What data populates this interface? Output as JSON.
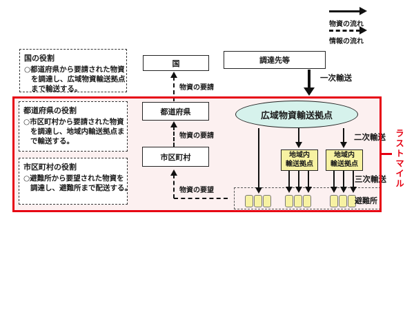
{
  "legend": {
    "goods_flow": "物資の流れ",
    "info_flow": "情報の流れ"
  },
  "role_boxes": [
    {
      "title": "国の役割",
      "lines": [
        "○都道府県から要請された物資",
        "を調達し、広域物資輸送拠点",
        "まで輸送する。"
      ]
    },
    {
      "title": "都道府県の役割",
      "lines": [
        "○市区町村から要請された物資",
        "を調達し、地域内輸送拠点ま",
        "で輸送する。"
      ]
    },
    {
      "title": "市区町村の役割",
      "lines": [
        "○避難所から要望された物資を",
        "調達し、避難所まで配送する。"
      ]
    }
  ],
  "nodes": {
    "national": "国",
    "suppliers": "調達先等",
    "prefecture": "都道府県",
    "municipality": "市区町村",
    "wide_area_hub": "広域物資輸送拠点",
    "regional_hub_line1": "地域内",
    "regional_hub_line2": "輸送拠点",
    "shelters": "避難所"
  },
  "flow_labels": {
    "goods_request_upper": "物資の要請",
    "goods_request_lower": "物資の要請",
    "goods_demand": "物資の要望",
    "primary_transport": "一次輸送",
    "secondary_transport": "二次輸送",
    "tertiary_transport": "三次輸送"
  },
  "annotations": {
    "last_mile": "ラストマイル"
  },
  "colors": {
    "frame_red": "#e60012",
    "frame_pink_bg": "#fcf0f0",
    "hub_cyan": "#d6f2ec",
    "node_yellow": "#f7f2a2"
  }
}
